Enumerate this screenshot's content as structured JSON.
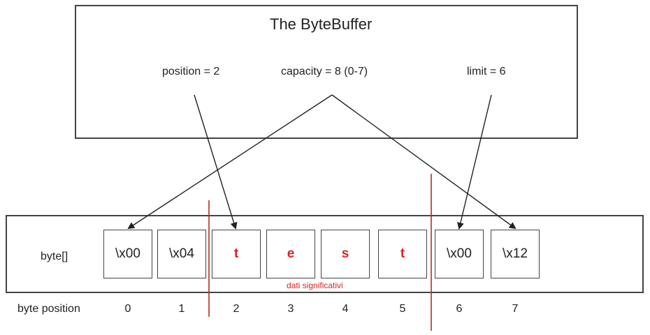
{
  "header_box": {
    "title": "The ByteBuffer",
    "position_label": "position = 2",
    "capacity_label": "capacity = 8 (0-7)",
    "limit_label": "limit = 6"
  },
  "array_box": {
    "label": "byte[]",
    "cells": [
      "\\x00",
      "\\x04",
      "t",
      "e",
      "s",
      "t",
      "\\x00",
      "\\x12"
    ],
    "highlight_cells": [
      2,
      3,
      4,
      5
    ],
    "significant_label": "dati significativi"
  },
  "byte_position": {
    "label": "byte position",
    "indices": [
      "0",
      "1",
      "2",
      "3",
      "4",
      "5",
      "6",
      "7"
    ]
  },
  "colors": {
    "highlight": "#e02020",
    "marker_line": "#b03020",
    "stroke": "#444444"
  }
}
